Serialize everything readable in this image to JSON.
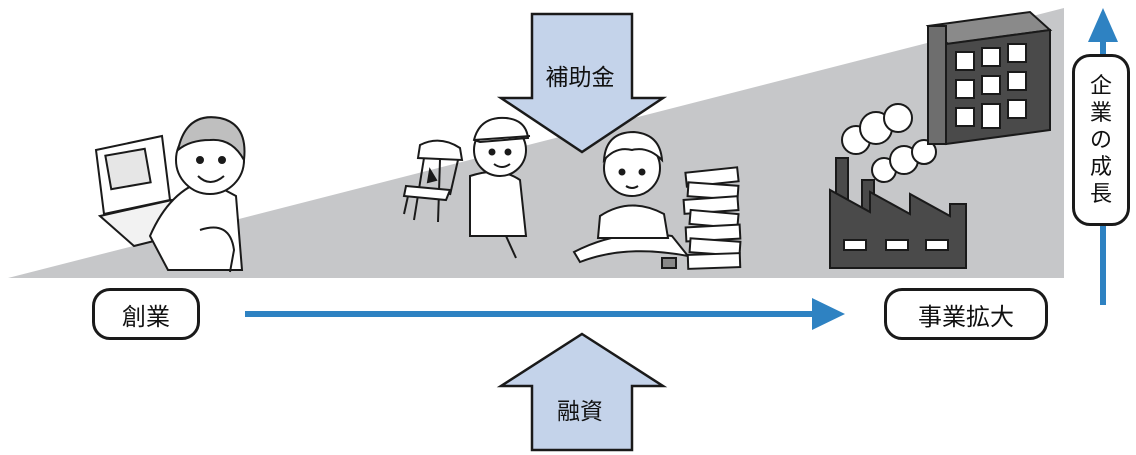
{
  "diagram": {
    "start_label": "創業",
    "expansion_label": "事業拡大",
    "subsidy_label": "補助金",
    "loan_label": "融資",
    "growth_label": [
      "企",
      "業",
      "の",
      "成",
      "長"
    ]
  },
  "colors": {
    "slope_fill": "#c6c7c9",
    "arrow_fill": "#c4d3ea",
    "flow_arrow": "#2e82c2",
    "stroke": "#1a1a1a"
  },
  "icons": [
    "laptop-worker-icon",
    "carpenter-icon",
    "student-reading-icon",
    "factory-icon",
    "office-building-icon"
  ]
}
